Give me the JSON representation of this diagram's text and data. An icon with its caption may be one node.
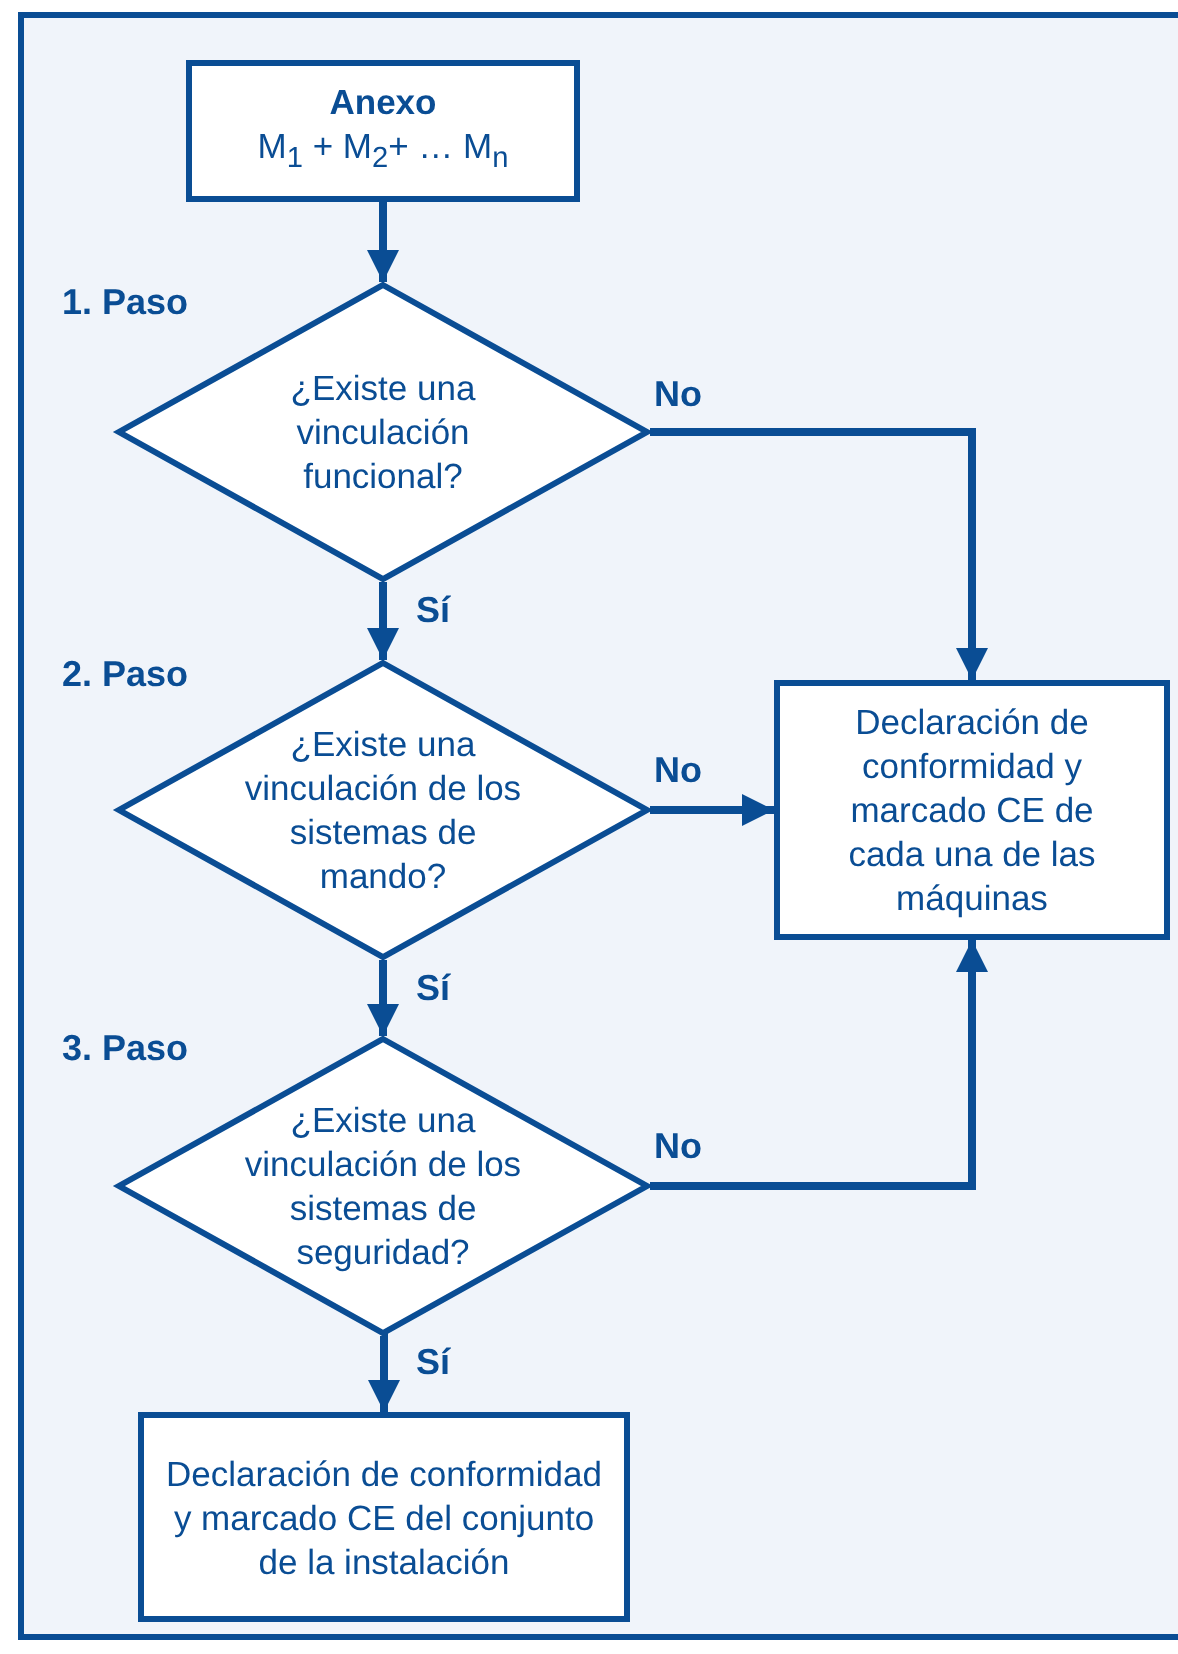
{
  "diagram": {
    "nodes": [
      {
        "text": [
          "Anexo",
          "M$_{1}$ + M$_{2}$+ … M$_{n}$"
        ]
      },
      {
        "text": [
          "¿Existe una vinculación funcional?"
        ],
        "beside": [
          "1. Paso"
        ]
      },
      {
        "text": [
          "¿Existe una vinculación de los sistemas de mando?"
        ],
        "beside": [
          "2. Paso"
        ]
      },
      {
        "text": [
          "¿Existe una vinculación de los sistemas de seguridad?"
        ],
        "beside": [
          "3. Paso"
        ]
      },
      {
        "text": [
          "Declaración de conformidad y marcado CE de cada una de las máquinas"
        ]
      },
      {
        "text": [
          "Declaración de conformidad y marcado CE del conjunto de la instalación"
        ]
      }
    ],
    "edges": [
      {
        "from": 0,
        "to": 1,
        "arrow": "to"
      },
      {
        "from": 1,
        "to": 2,
        "arrow": "to",
        "label": "Sí"
      },
      {
        "from": 2,
        "to": 3,
        "arrow": "to",
        "label": "Sí"
      },
      {
        "from": 3,
        "to": 5,
        "arrow": "to",
        "label": "Sí"
      },
      {
        "from": 1,
        "to": 4,
        "arrow": "to",
        "label": "No"
      },
      {
        "from": 2,
        "to": 4,
        "arrow": "to",
        "label": "No"
      },
      {
        "from": 3,
        "to": 4,
        "arrow": "to",
        "label": "No"
      }
    ]
  }
}
